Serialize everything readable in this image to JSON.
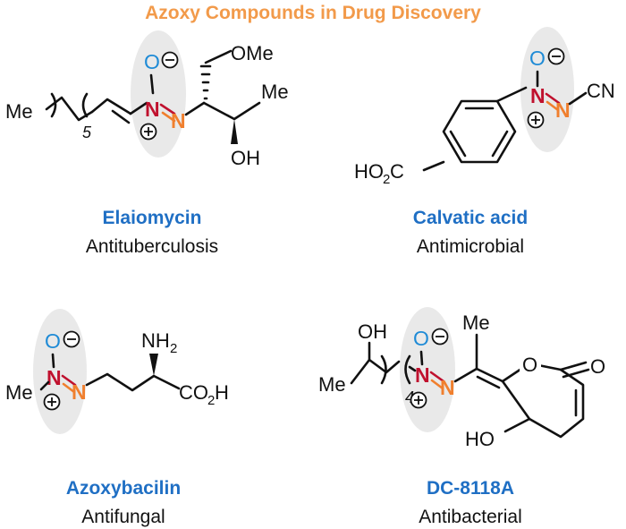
{
  "title": "Azoxy Compounds in Drug Discovery",
  "compounds": [
    {
      "name": "Elaiomycin",
      "activity": "Antituberculosis"
    },
    {
      "name": "Calvatic acid",
      "activity": "Antimicrobial"
    },
    {
      "name": "Azoxybacilin",
      "activity": "Antifungal"
    },
    {
      "name": "DC-8118A",
      "activity": "Antibacterial"
    }
  ],
  "atoms": {
    "O": "O",
    "N": "N",
    "Me": "Me",
    "OMe": "OMe",
    "OH": "OH",
    "HO": "HO",
    "CN": "CN",
    "C": "C",
    "NH": "NH",
    "H": "H",
    "num2": "2",
    "num5": "5",
    "num4": "4"
  },
  "colors": {
    "title": "#f29a4a",
    "name": "#1f6fc4",
    "oxygen": "#1f8bd6",
    "nitrogen_plus": "#c0112e",
    "nitrogen": "#f07f2e",
    "halo": "#e9e9e9"
  }
}
